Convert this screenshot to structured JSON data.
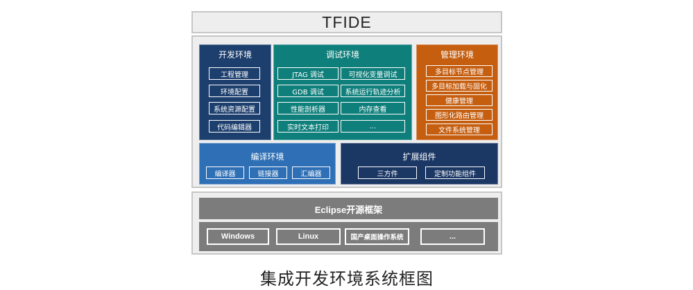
{
  "title": "TFIDE",
  "panels": {
    "dev": {
      "title": "开发环境",
      "color": "#1d3f6e",
      "items": [
        "工程管理",
        "环境配置",
        "系统资源配置",
        "代码编辑器"
      ]
    },
    "debug": {
      "title": "调试环境",
      "color": "#0e7f7b",
      "items": [
        "JTAG 调试",
        "可视化变量调试",
        "GDB  调试",
        "系统运行轨迹分析",
        "性能剖析器",
        "内存查看",
        "实时文本打印",
        "..."
      ]
    },
    "mgmt": {
      "title": "管理环境",
      "color": "#c55e0f",
      "items": [
        "多目标节点管理",
        "多目标加载与固化",
        "健康管理",
        "图形化路由管理",
        "文件系统管理"
      ]
    },
    "compile": {
      "title": "编译环境",
      "color": "#2e6fb5",
      "items": [
        "编译器",
        "链接器",
        "汇编器"
      ]
    },
    "ext": {
      "title": "扩展组件",
      "color": "#1b3764",
      "items": [
        "三方件",
        "定制功能组件"
      ]
    }
  },
  "eclipse": "Eclipse开源框架",
  "platforms": [
    "Windows",
    "Linux",
    "国产桌面操作系统",
    "..."
  ],
  "caption": "集成开发环境系统框图"
}
